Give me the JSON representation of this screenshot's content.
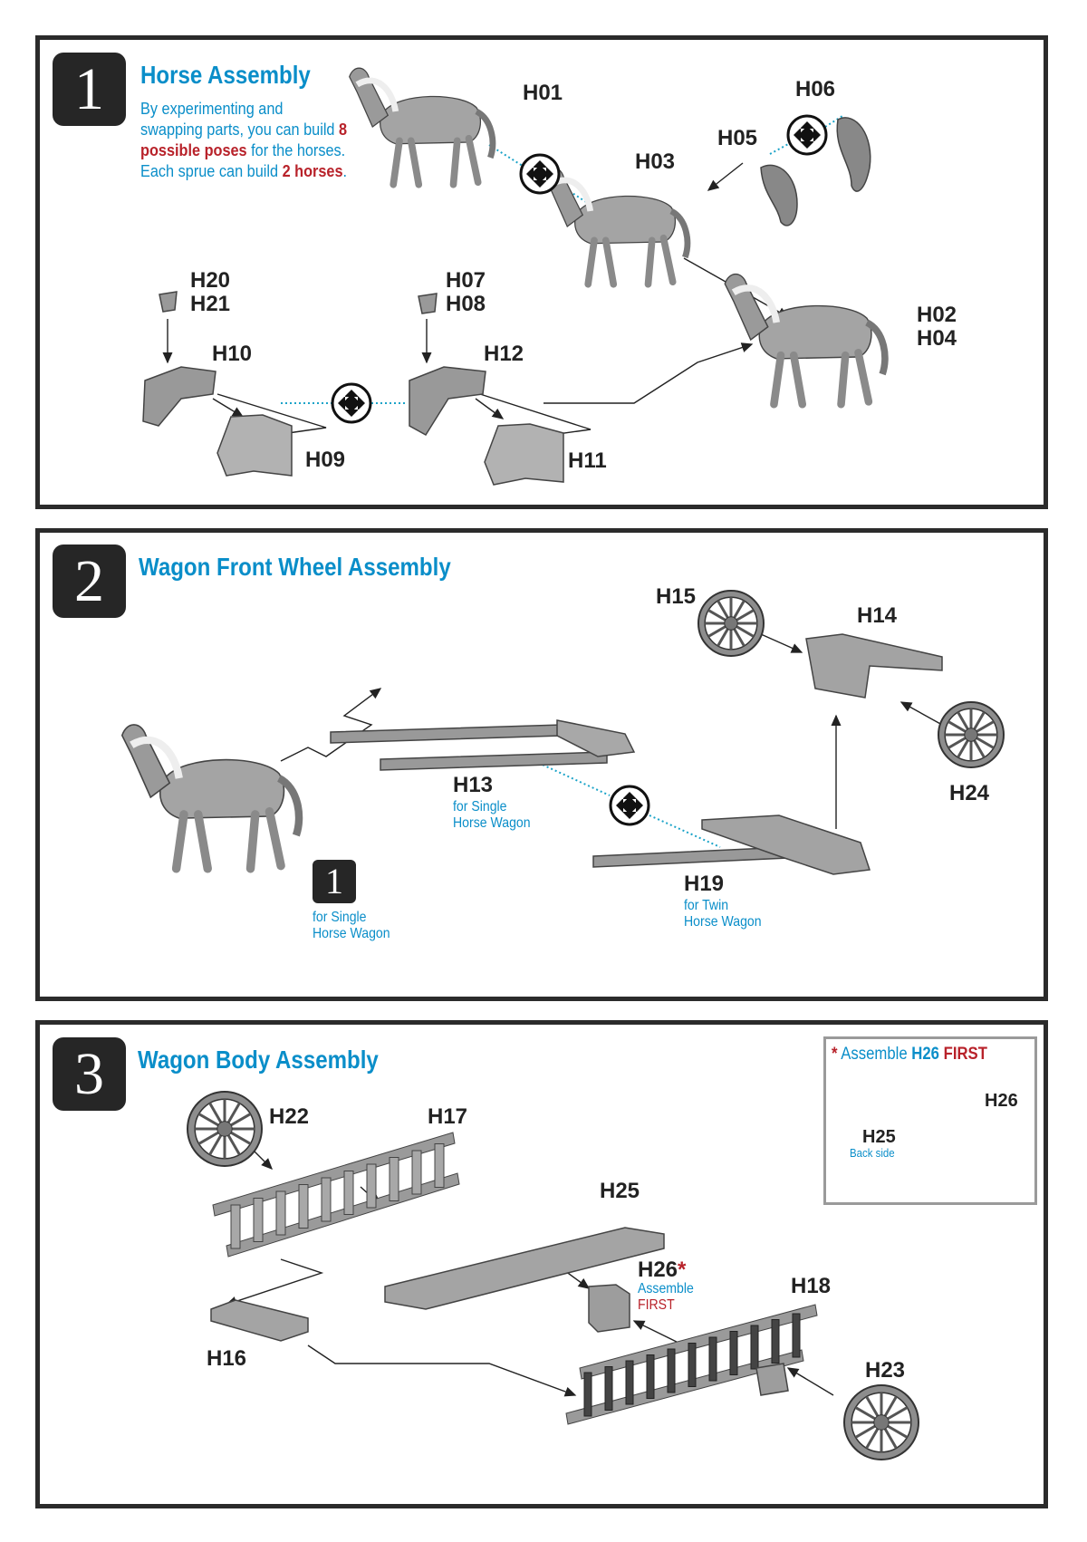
{
  "steps": [
    {
      "number": "1",
      "title": "Horse Assembly",
      "intro": {
        "t1": "By experimenting and swapping parts, you can build ",
        "h1": "8 possible poses",
        "t2": " for the horses.  Each sprue can build ",
        "h2": "2 horses",
        "t3": "."
      },
      "labels": {
        "h01": "H01",
        "h06": "H06",
        "h05": "H05",
        "h03": "H03",
        "h20": "H20",
        "h21": "H21",
        "h07": "H07",
        "h08": "H08",
        "h10": "H10",
        "h12": "H12",
        "h02": "H02",
        "h04": "H04",
        "h09": "H09",
        "h11": "H11"
      }
    },
    {
      "number": "2",
      "title": "Wagon Front Wheel Assembly",
      "labels": {
        "h15": "H15",
        "h14": "H14",
        "h24": "H24",
        "h13": "H13",
        "h19": "H19"
      },
      "notes": {
        "h13_a": "for Single",
        "h13_b": "Horse Wagon",
        "h19_a": "for Twin",
        "h19_b": "Horse Wagon",
        "ref_number": "1",
        "ref_a": "for Single",
        "ref_b": "Horse Wagon"
      }
    },
    {
      "number": "3",
      "title": "Wagon Body Assembly",
      "labels": {
        "h22": "H22",
        "h17": "H17",
        "h25": "H25",
        "h26": "H26",
        "h18": "H18",
        "h16": "H16",
        "h23": "H23"
      },
      "notes": {
        "star": "*",
        "h26_a": "Assemble",
        "h26_b": "FIRST"
      },
      "inset": {
        "star": "*",
        "assemble": "Assemble",
        "part": "H26",
        "first": "FIRST",
        "h26": "H26",
        "h25": "H25",
        "back_side": "Back side"
      }
    }
  ],
  "colors": {
    "accent_blue": "#0a8ec9",
    "accent_red": "#b8222a",
    "frame": "#2b2b2b",
    "part_gray": "#9c9c9c",
    "guide_cyan": "#1aa3c8"
  }
}
